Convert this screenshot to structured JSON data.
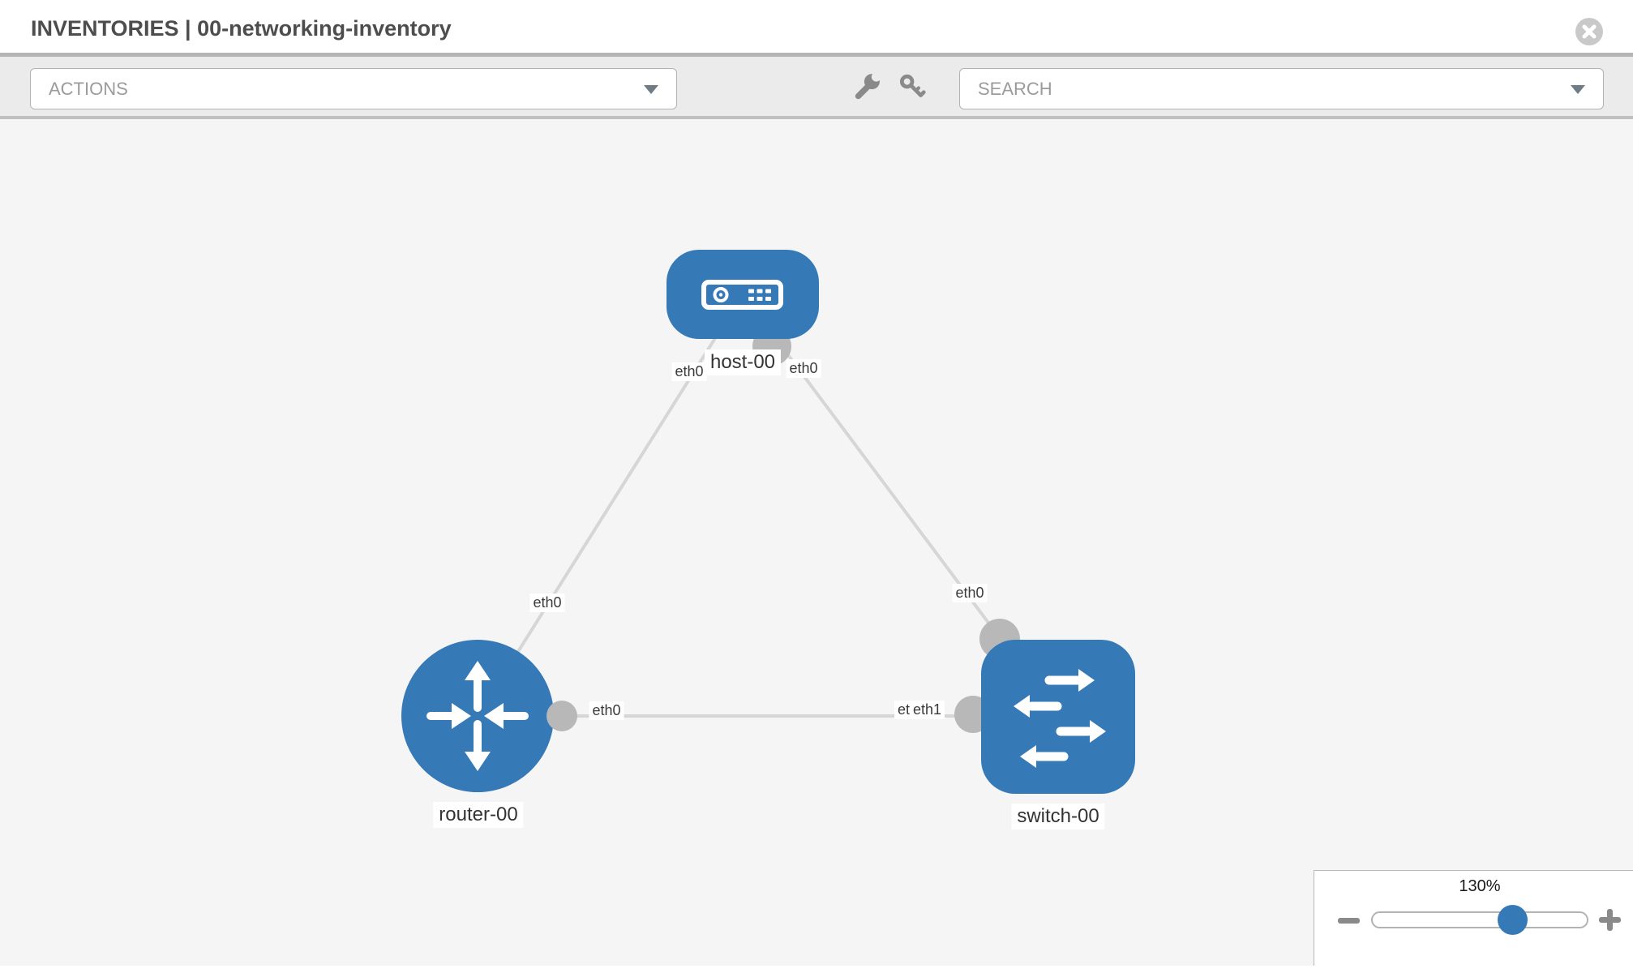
{
  "header": {
    "title": "INVENTORIES | 00-networking-inventory"
  },
  "toolbar": {
    "actions_label": "ACTIONS",
    "search_label": "SEARCH",
    "tools": [
      {
        "icon": "wrench-icon"
      },
      {
        "icon": "key-icon"
      }
    ]
  },
  "topology": {
    "nodes": [
      {
        "label": "host-00",
        "type": "host"
      },
      {
        "label": "router-00",
        "type": "router"
      },
      {
        "label": "switch-00",
        "type": "switch"
      }
    ],
    "links": [
      {
        "from": "host-00",
        "from_interface": "eth0",
        "to": "router-00",
        "to_interface": "eth0"
      },
      {
        "from": "host-00",
        "from_interface": "eth0",
        "to": "switch-00",
        "to_interface": "eth0"
      },
      {
        "from": "router-00",
        "from_interface": "eth0",
        "to": "switch-00",
        "to_interface": "eth1"
      }
    ],
    "interfaces": {
      "host_to_router": "eth0",
      "host_to_switch": "eth0",
      "router_to_host": "eth0",
      "switch_to_host": "eth0",
      "router_to_switch": "eth0",
      "switch_to_router_hidden": "eth0",
      "switch_to_router": "eth1"
    }
  },
  "zoom_control": {
    "value": "130%",
    "minus_icon": "minus-icon",
    "plus_icon": "plus-icon"
  },
  "colors": {
    "node_blue": "#3679b7",
    "link_gray": "#d6d6d6",
    "port_gray": "#b8b8b8",
    "toolbar_bg": "#ebebeb",
    "canvas_bg": "#f5f5f5"
  }
}
